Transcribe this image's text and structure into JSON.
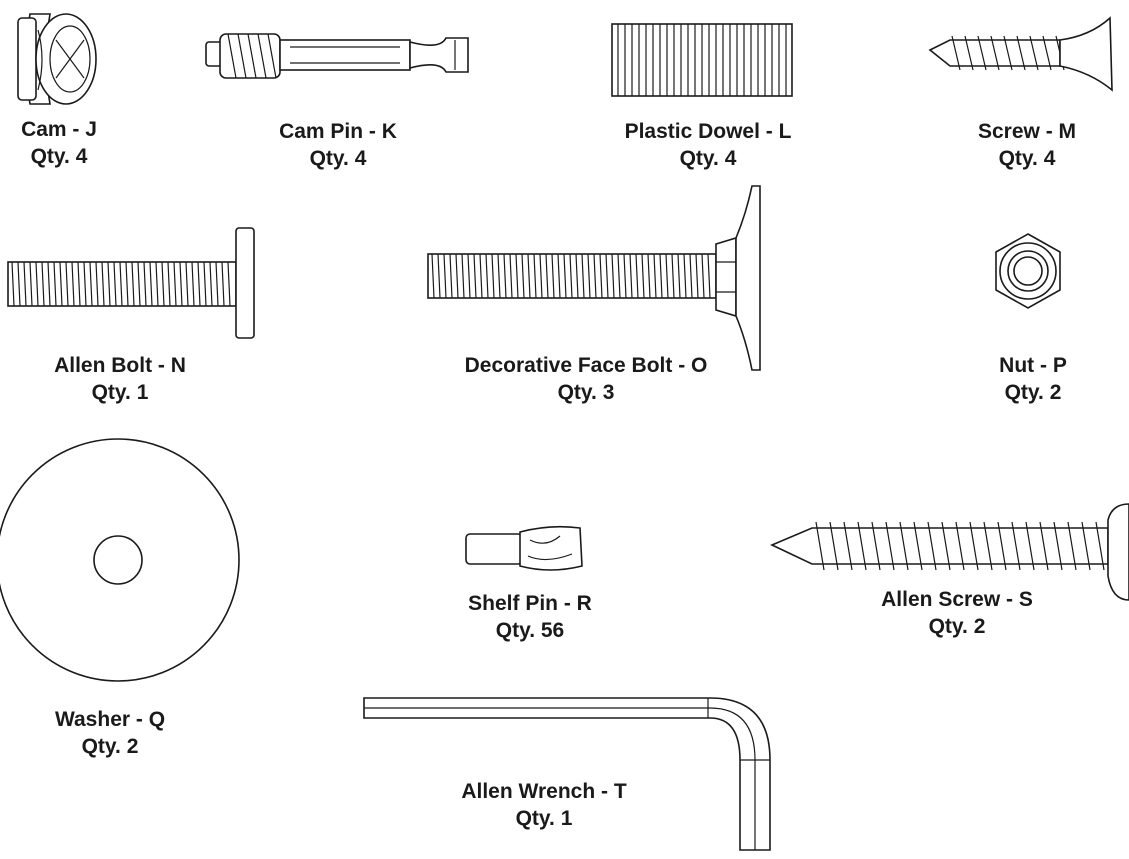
{
  "parts": [
    {
      "id": "cam",
      "name": "Cam - J",
      "qty": "Qty. 4",
      "icon": "cam-fitting-icon"
    },
    {
      "id": "cam_pin",
      "name": "Cam Pin - K",
      "qty": "Qty. 4",
      "icon": "cam-pin-icon"
    },
    {
      "id": "plastic_dowel",
      "name": "Plastic Dowel - L",
      "qty": "Qty. 4",
      "icon": "plastic-dowel-icon"
    },
    {
      "id": "screw",
      "name": "Screw - M",
      "qty": "Qty. 4",
      "icon": "screw-icon"
    },
    {
      "id": "allen_bolt",
      "name": "Allen Bolt - N",
      "qty": "Qty. 1",
      "icon": "allen-bolt-icon"
    },
    {
      "id": "face_bolt",
      "name": "Decorative Face Bolt - O",
      "qty": "Qty. 3",
      "icon": "decorative-face-bolt-icon"
    },
    {
      "id": "nut",
      "name": "Nut - P",
      "qty": "Qty. 2",
      "icon": "hex-nut-icon"
    },
    {
      "id": "washer",
      "name": "Washer - Q",
      "qty": "Qty. 2",
      "icon": "washer-icon"
    },
    {
      "id": "shelf_pin",
      "name": "Shelf Pin - R",
      "qty": "Qty. 56",
      "icon": "shelf-pin-icon"
    },
    {
      "id": "allen_screw",
      "name": "Allen Screw - S",
      "qty": "Qty. 2",
      "icon": "allen-screw-icon"
    },
    {
      "id": "allen_wrench",
      "name": "Allen Wrench - T",
      "qty": "Qty. 1",
      "icon": "allen-wrench-icon"
    }
  ]
}
